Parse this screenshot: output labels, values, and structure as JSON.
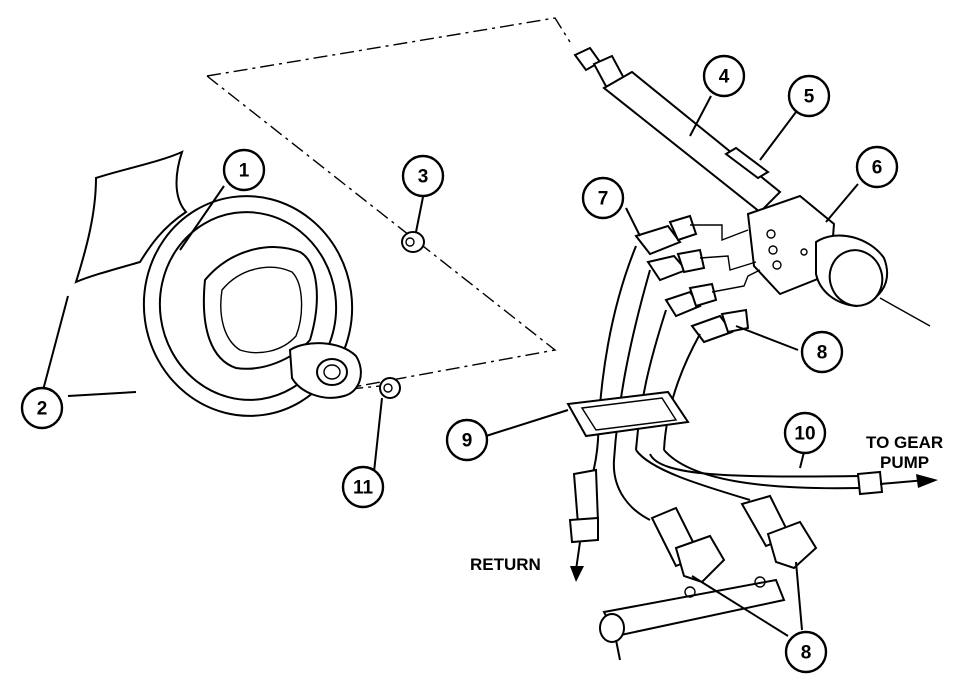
{
  "callouts": {
    "c1": "1",
    "c2": "2",
    "c3": "3",
    "c4": "4",
    "c5": "5",
    "c6": "6",
    "c7": "7",
    "c8a": "8",
    "c8b": "8",
    "c9": "9",
    "c10": "10",
    "c11": "11"
  },
  "labels": {
    "to_gear_line1": "TO GEAR",
    "to_gear_line2": "PUMP",
    "return": "RETURN"
  }
}
